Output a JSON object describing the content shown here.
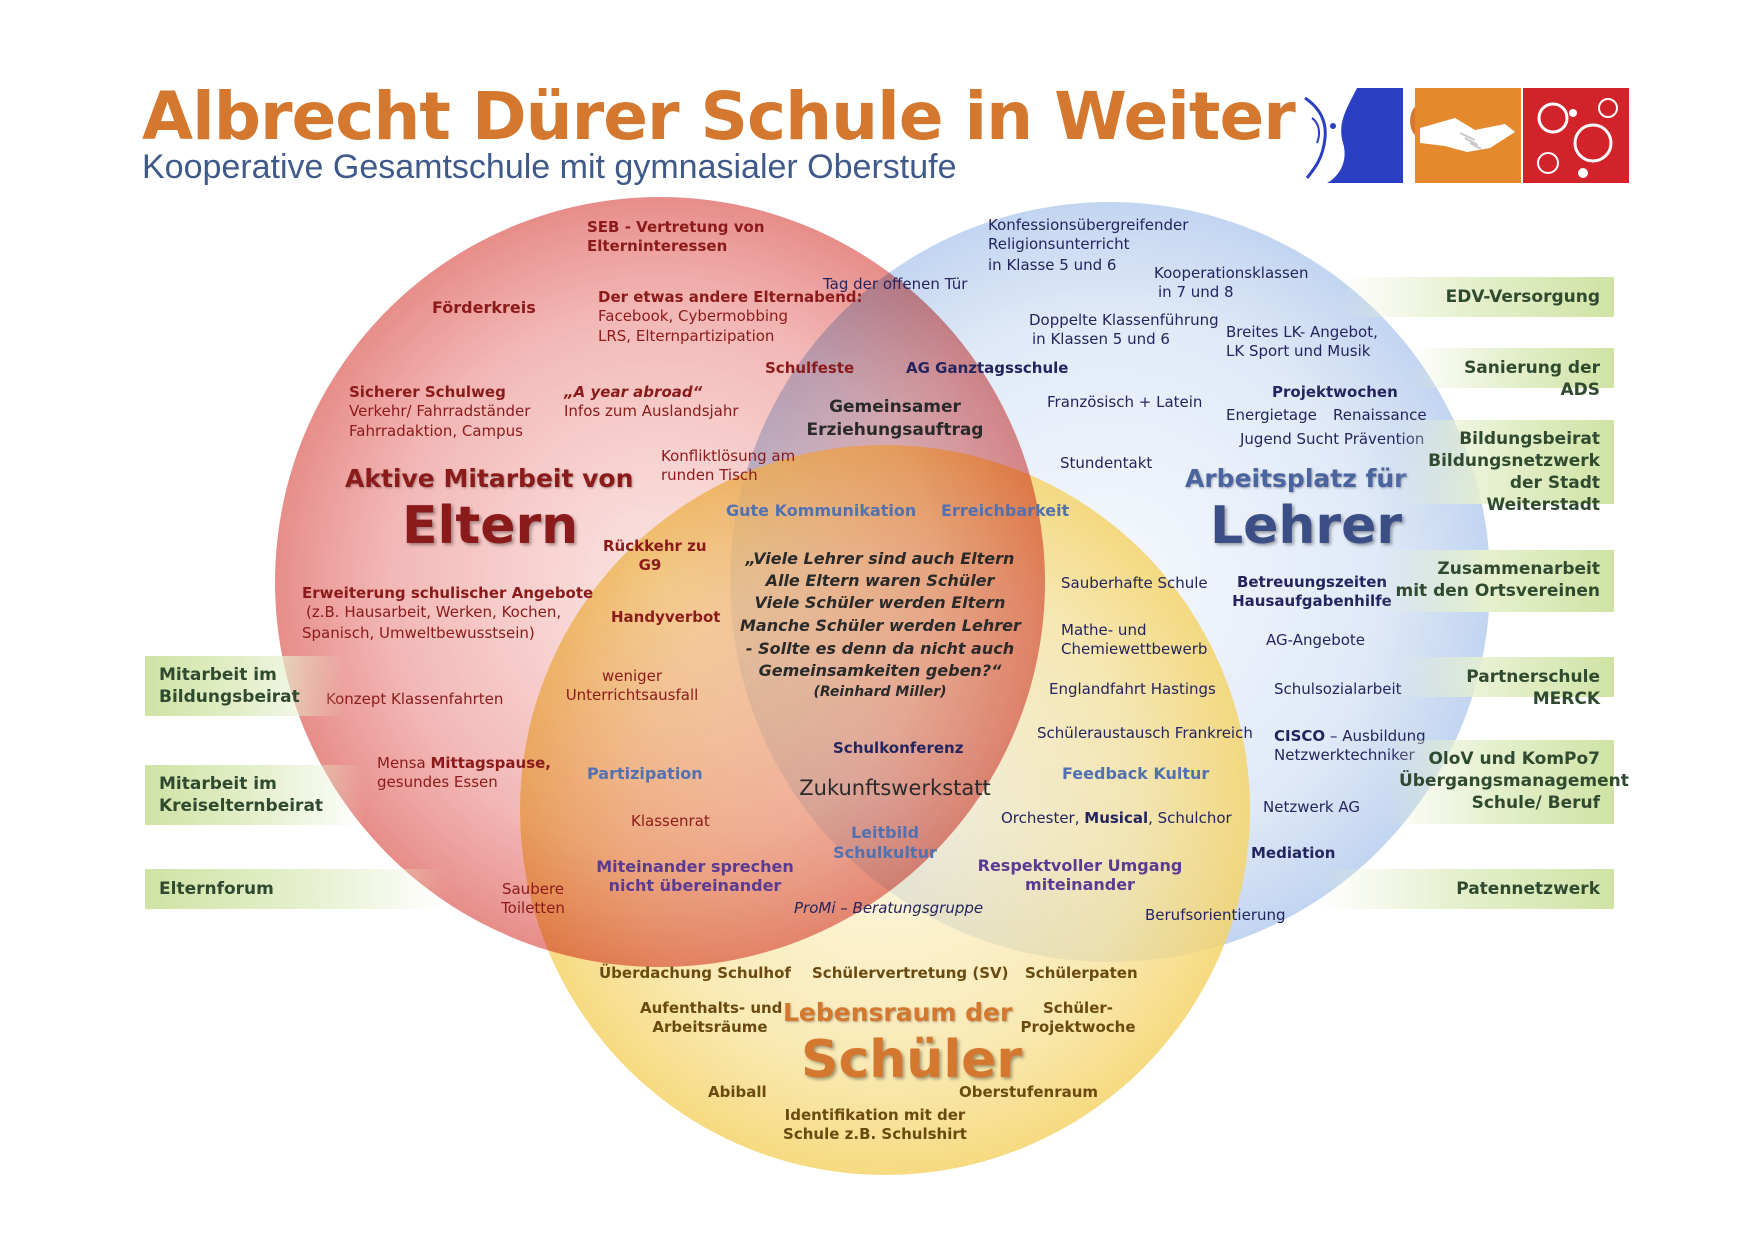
{
  "header": {
    "title": "Albrecht Dürer Schule in Weiterstadt",
    "subtitle": "Kooperative Gesamtschule mit gymnasialer Oberstufe"
  },
  "colors": {
    "eltern_circle": "#e66b6b",
    "lehrer_circle": "#9bb8e8",
    "schueler_circle": "#f5d35a",
    "green_box": "#cfe3a4",
    "title_orange": "#d4782f"
  },
  "circles": {
    "eltern": {
      "line1": "Aktive Mitarbeit von",
      "line2": "Eltern"
    },
    "lehrer": {
      "line1": "Arbeitsplatz für",
      "line2": "Lehrer"
    },
    "schueler": {
      "line1": "Lebensraum der",
      "line2": "Schüler"
    }
  },
  "eltern_items": {
    "seb_1": "SEB - Vertretung von",
    "seb_2": "Elterninteressen",
    "foerderkreis": "Förderkreis",
    "elternabend_1": "Der etwas andere Elternabend:",
    "elternabend_2": "Facebook, Cybermobbing",
    "elternabend_3": "LRS, Elternpartizipation",
    "schulweg_1": "Sicherer Schulweg",
    "schulweg_2": "Verkehr/ Fahrradständer",
    "schulweg_3": "Fahrradaktion, Campus",
    "year_1": "„A year abroad“",
    "year_2": "Infos zum Auslandsjahr",
    "schulfeste": "Schulfeste",
    "konflikt_1": "Konfliktlösung am",
    "konflikt_2": "runden Tisch",
    "g9_1": "Rückkehr zu",
    "g9_2": "G9",
    "erweiterung_1": "Erweiterung schulischer Angebote",
    "erweiterung_2": "(z.B. Hausarbeit, Werken, Kochen,",
    "erweiterung_3": "Spanisch, Umweltbewusstsein)",
    "handy": "Handyverbot",
    "unterricht_1": "weniger",
    "unterricht_2": "Unterrichtsausfall",
    "klassenfahrten": "Konzept Klassenfahrten",
    "mensa_1a": "Mensa ",
    "mensa_1b": "Mittagspause,",
    "mensa_2": "gesundes Essen",
    "toiletten_1": "Saubere",
    "toiletten_2": "Toiletten",
    "klassenrat": "Klassenrat"
  },
  "lehrer_items": {
    "tag": "Tag der offenen Tür",
    "konf_1": "Konfessionsübergreifender",
    "konf_2": "Religionsunterricht",
    "konf_3": "in Klasse 5 und 6",
    "koop_1": "Kooperationsklassen",
    "koop_2": "in 7 und 8",
    "doppelt_1": "Doppelte Klassenführung",
    "doppelt_2": "in Klassen 5 und 6",
    "lk_1": "Breites LK- Angebot,",
    "lk_2": "LK Sport und Musik",
    "ag_ganztag": "AG Ganztagsschule",
    "franz": "Französisch + Latein",
    "projekt": "Projektwochen",
    "energie": "Energietage",
    "renaissance": "Renaissance",
    "jugend": "Jugend Sucht Prävention",
    "stunden": "Stundentakt",
    "sauber": "Sauberhafte Schule",
    "betreu_1": "Betreuungszeiten",
    "betreu_2": "Hausaufgabenhilfe",
    "mathe_1": "Mathe- und",
    "mathe_2": "Chemiewettbewerb",
    "ag_angebote": "AG-Angebote",
    "england": "Englandfahrt Hastings",
    "sozial": "Schulsozialarbeit",
    "austausch": "Schüleraustausch Frankreich",
    "cisco_1a": "CISCO",
    "cisco_1b": " – Ausbildung",
    "cisco_2": "Netzwerktechniker",
    "feedback": "Feedback Kultur",
    "orch_a": "Orchester, ",
    "orch_b": "Musical",
    "orch_c": ", Schulchor",
    "netzwerk_ag": "Netzwerk AG",
    "mediation": "Mediation",
    "berufs": "Berufsorientierung"
  },
  "center_items": {
    "gem_1": "Gemeinsamer",
    "gem_2": "Erziehungsauftrag",
    "gute": "Gute Kommunikation",
    "erreich": "Erreichbarkeit",
    "quote_1": "„Viele Lehrer sind auch Eltern",
    "quote_2": "Alle Eltern waren Schüler",
    "quote_3": "Viele Schüler werden Eltern",
    "quote_4": "Manche Schüler werden Lehrer",
    "quote_5": "- Sollte es denn da nicht auch",
    "quote_6": "Gemeinsamkeiten geben?“",
    "quote_author": "(Reinhard Miller)",
    "konferenz": "Schulkonferenz",
    "zukunft": "Zukunftswerkstatt",
    "partizipation": "Partizipation",
    "leitbild_1": "Leitbild",
    "leitbild_2": "Schulkultur",
    "mit_1": "Miteinander sprechen",
    "mit_2": "nicht übereinander",
    "resp_1": "Respektvoller Umgang",
    "resp_2": "miteinander",
    "promi": "ProMi – Beratungsgruppe"
  },
  "schueler_items": {
    "ueberdachung": "Überdachung Schulhof",
    "sv": "Schülervertretung (SV)",
    "paten": "Schülerpaten",
    "aufent_1": "Aufenthalts- und",
    "aufent_2": "Arbeitsräume",
    "projekt_1": "Schüler-",
    "projekt_2": "Projektwoche",
    "abiball": "Abiball",
    "oberstufe": "Oberstufenraum",
    "ident_1": "Identifikation mit der",
    "ident_2": "Schule z.B. Schulshirt"
  },
  "left_boxes": [
    [
      "Mitarbeit im",
      "Bildungsbeirat"
    ],
    [
      "Mitarbeit im",
      "Kreiselternbeirat"
    ],
    [
      "Elternforum"
    ]
  ],
  "right_boxes": [
    [
      "EDV-Versorgung"
    ],
    [
      "Sanierung der ADS"
    ],
    [
      "Bildungsbeirat",
      "Bildungsnetzwerk",
      "der Stadt Weiterstadt"
    ],
    [
      "Zusammenarbeit",
      "mit den Ortsvereinen"
    ],
    [
      "Partnerschule MERCK"
    ],
    [
      "OloV und KomPo7",
      "Übergangsmanagement",
      "Schule/ Beruf"
    ],
    [
      "Patennetzwerk"
    ]
  ]
}
